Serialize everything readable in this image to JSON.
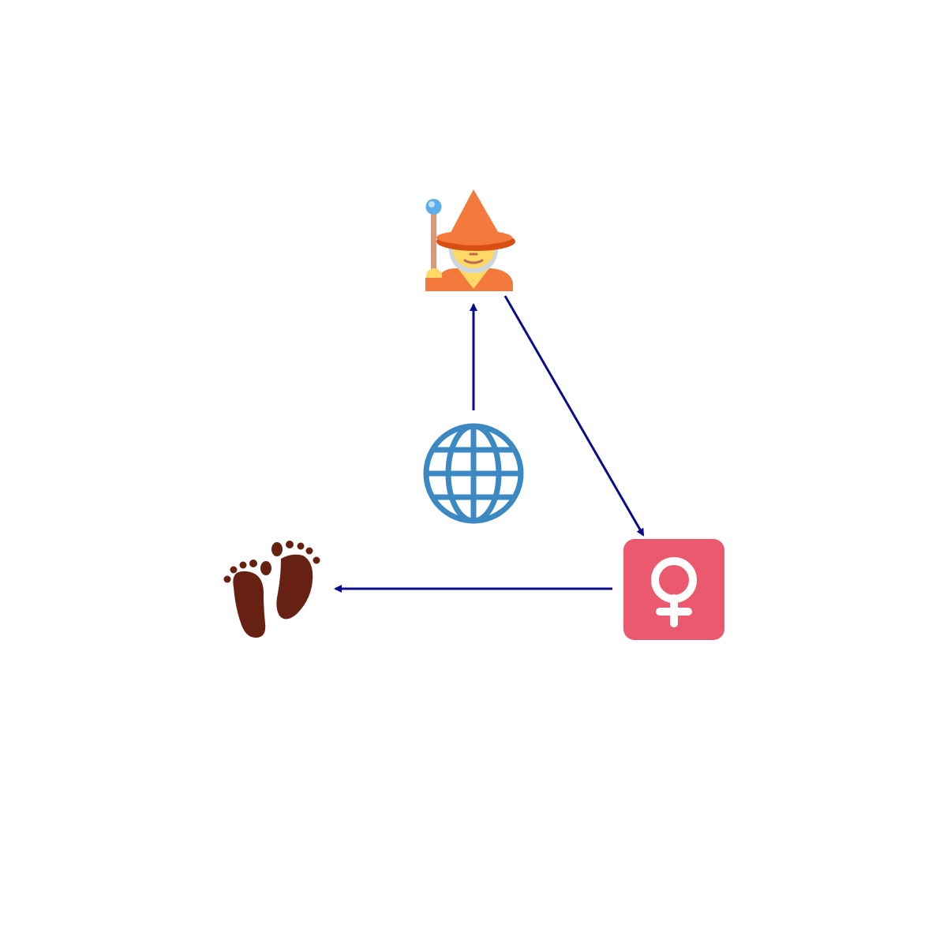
{
  "diagram": {
    "nodes": [
      {
        "id": "mage",
        "icon": "mage-icon"
      },
      {
        "id": "globe",
        "icon": "globe-with-meridians-icon"
      },
      {
        "id": "female",
        "icon": "female-sign-icon"
      },
      {
        "id": "footprints",
        "icon": "footprints-icon"
      }
    ],
    "edges": [
      {
        "from": "globe",
        "to": "mage"
      },
      {
        "from": "mage",
        "to": "female"
      },
      {
        "from": "female",
        "to": "footprints"
      }
    ],
    "colors": {
      "arrow": "#0a0a8c",
      "mage_hat": "#f4793c",
      "mage_hat_brim": "#d94f13",
      "mage_skin": "#ffd865",
      "mage_robe": "#f4793c",
      "staff": "#d49a7b",
      "staff_orb": "#5dadec",
      "globe": "#3b88c3",
      "female_box": "#ea596e",
      "female_symbol": "#ffffff",
      "footprints": "#662113"
    }
  }
}
